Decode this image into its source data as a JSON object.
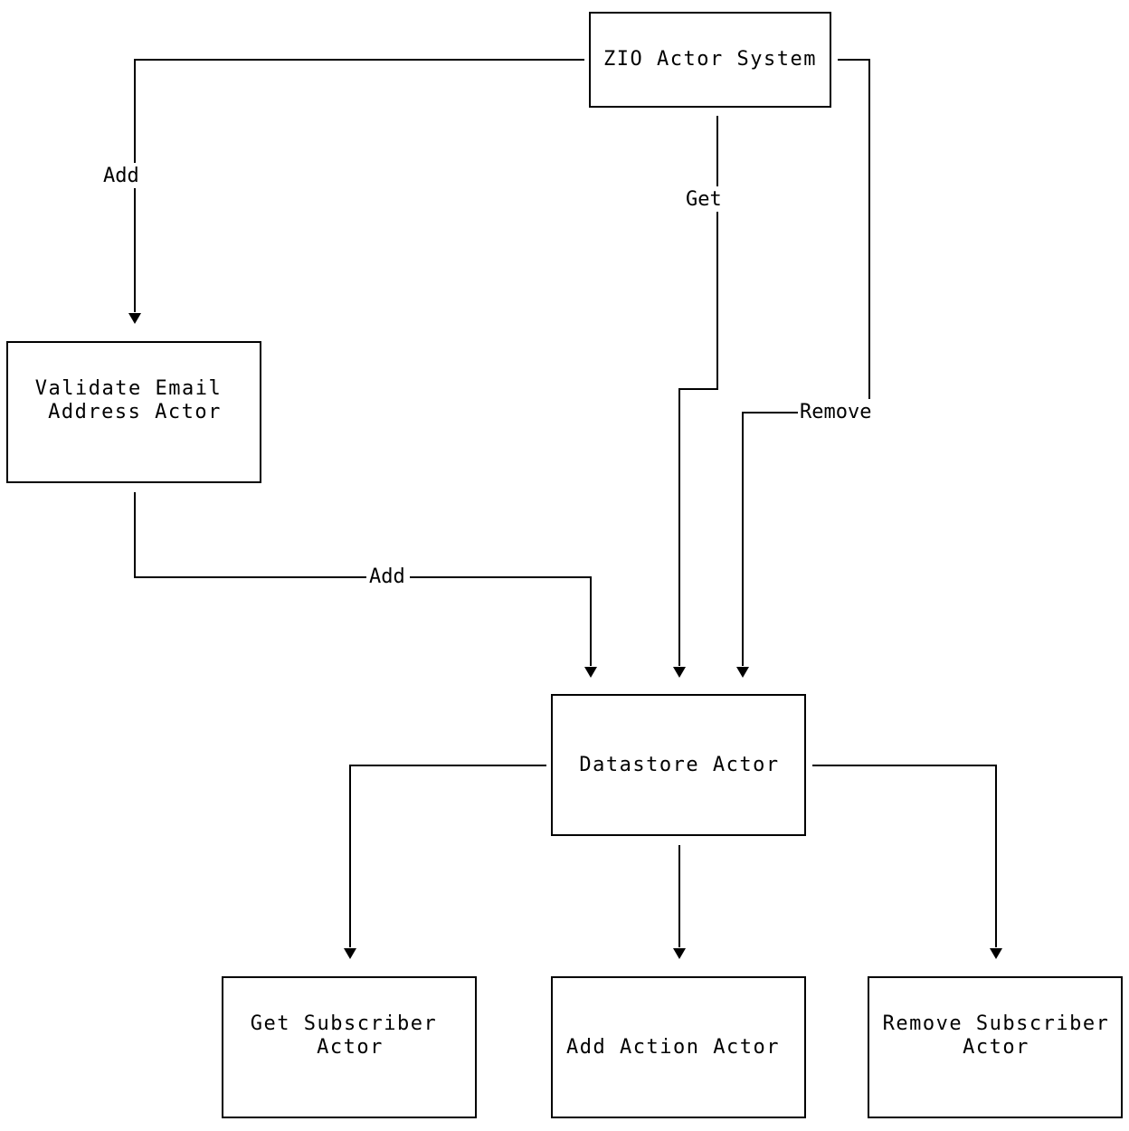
{
  "diagram": {
    "nodes": {
      "zio_actor_system": {
        "lines": [
          "ZIO Actor System"
        ]
      },
      "validate_email": {
        "lines": [
          "Validate Email",
          "Address Actor"
        ]
      },
      "datastore": {
        "lines": [
          "Datastore Actor"
        ]
      },
      "get_subscriber": {
        "lines": [
          "Get Subscriber",
          "Actor"
        ]
      },
      "add_action": {
        "lines": [
          "Add Action Actor"
        ]
      },
      "remove_subscriber": {
        "lines": [
          "Remove Subscriber",
          "Actor"
        ]
      }
    },
    "edges": {
      "system_to_validate": {
        "label": "Add"
      },
      "system_to_datastore_get": {
        "label": "Get"
      },
      "system_to_datastore_remove": {
        "label": "Remove"
      },
      "validate_to_datastore": {
        "label": "Add"
      }
    }
  }
}
